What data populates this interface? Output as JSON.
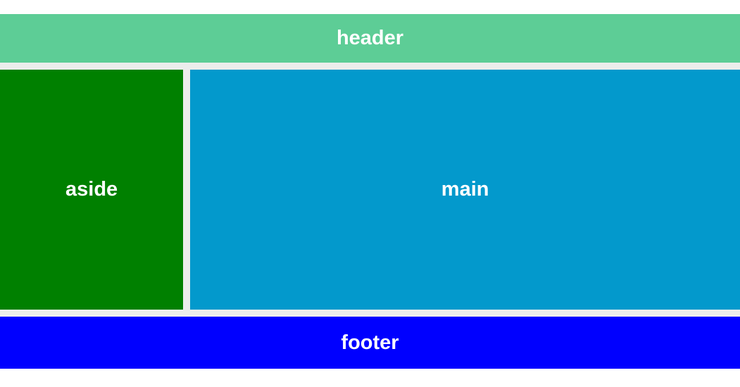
{
  "regions": {
    "header": {
      "label": "header"
    },
    "aside": {
      "label": "aside"
    },
    "main": {
      "label": "main"
    },
    "footer": {
      "label": "footer"
    }
  },
  "colors": {
    "header_bg": "#5DCD96",
    "aside_bg": "#008000",
    "main_bg": "#0399CC",
    "footer_bg": "#0000FF",
    "gap_bg": "#ECEDEC",
    "page_bg": "#FFFFFF",
    "text": "#FFFFFF"
  }
}
